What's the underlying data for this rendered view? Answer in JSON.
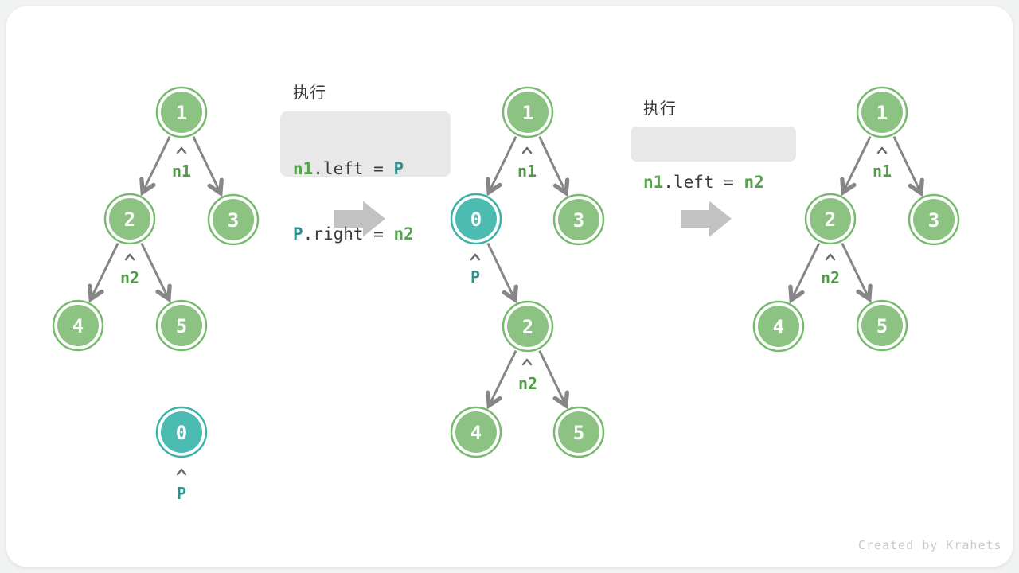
{
  "page": {
    "watermark": "Created by Krahets"
  },
  "colors": {
    "node_green_fill": "#8CC383",
    "node_green_border": "#77B96E",
    "node_teal_fill": "#4CBCB3",
    "node_teal_border": "#3EB1A8",
    "pointer_label_green": "#4F9B45",
    "pointer_label_teal": "#2E918C",
    "code_token_green": "#56A34E",
    "code_token_teal": "#2F908E",
    "code_background": "#E8E8E8",
    "edge_gray": "#868686",
    "block_arrow_gray": "#C2C2C2",
    "card_background": "#FFFFFF",
    "page_background": "#F1F2F2"
  },
  "steps": [
    {
      "heading": "执行",
      "lines": [
        [
          {
            "text": "n1",
            "role": "n"
          },
          {
            "text": ".left = ",
            "role": "plain"
          },
          {
            "text": "P",
            "role": "p"
          }
        ],
        [
          {
            "text": "P",
            "role": "p"
          },
          {
            "text": ".right = ",
            "role": "plain"
          },
          {
            "text": "n2",
            "role": "n"
          }
        ]
      ]
    },
    {
      "heading": "执行",
      "lines": [
        [
          {
            "text": "n1",
            "role": "n"
          },
          {
            "text": ".left = ",
            "role": "plain"
          },
          {
            "text": "n2",
            "role": "n"
          }
        ]
      ]
    }
  ],
  "trees": {
    "left": {
      "nodes": [
        "1",
        "2",
        "3",
        "4",
        "5",
        "0"
      ],
      "pointers": [
        "n1",
        "n2",
        "P"
      ]
    },
    "middle": {
      "nodes": [
        "1",
        "0",
        "3",
        "2",
        "4",
        "5"
      ],
      "pointers": [
        "n1",
        "P",
        "n2"
      ]
    },
    "right": {
      "nodes": [
        "1",
        "2",
        "3",
        "4",
        "5"
      ],
      "pointers": [
        "n1",
        "n2"
      ]
    }
  }
}
